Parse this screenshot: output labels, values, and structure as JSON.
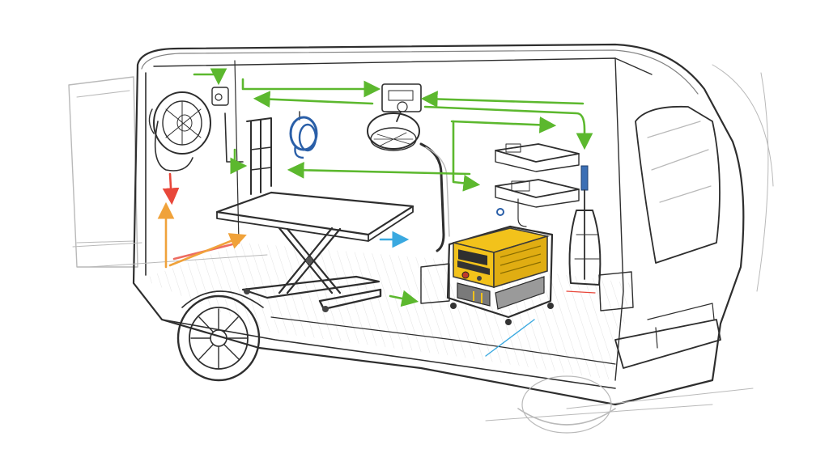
{
  "colors": {
    "ink": "#2e2e2e",
    "faint_line": "#b9b9b9",
    "air_flow": "#5cb82e",
    "heat_flow": "#e8473a",
    "warm_flow": "#f0a23a",
    "water_flow": "#3aa9e0",
    "generator_body": "#f2c21b",
    "hose_blue": "#2a5fa8",
    "dryer_blue": "#3b6fb5"
  },
  "components": [
    {
      "id": "wall-fan",
      "icon": "round-fan-icon"
    },
    {
      "id": "hose-reel",
      "icon": "coiled-hose-icon"
    },
    {
      "id": "table-arm",
      "icon": "grooming-arm-icon"
    },
    {
      "id": "grooming-table",
      "icon": "scissor-lift-table-icon"
    },
    {
      "id": "dryer-lamp",
      "icon": "dryer-hood-icon"
    },
    {
      "id": "ceiling-unit",
      "icon": "ceiling-vent-icon"
    },
    {
      "id": "wall-shelves",
      "icon": "shelf-icon"
    },
    {
      "id": "generator",
      "icon": "generator-icon"
    },
    {
      "id": "tank",
      "icon": "water-tank-icon"
    }
  ],
  "flows": [
    {
      "id": "air-top-left",
      "kind": "air"
    },
    {
      "id": "air-top-center",
      "kind": "air"
    },
    {
      "id": "air-top-right",
      "kind": "air"
    },
    {
      "id": "air-mid-right",
      "kind": "air"
    },
    {
      "id": "air-mid-left",
      "kind": "air"
    },
    {
      "id": "air-floor",
      "kind": "air"
    },
    {
      "id": "heat-left",
      "kind": "heat"
    },
    {
      "id": "warm-left",
      "kind": "warm"
    },
    {
      "id": "water-table",
      "kind": "water"
    },
    {
      "id": "water-floor",
      "kind": "water"
    }
  ]
}
